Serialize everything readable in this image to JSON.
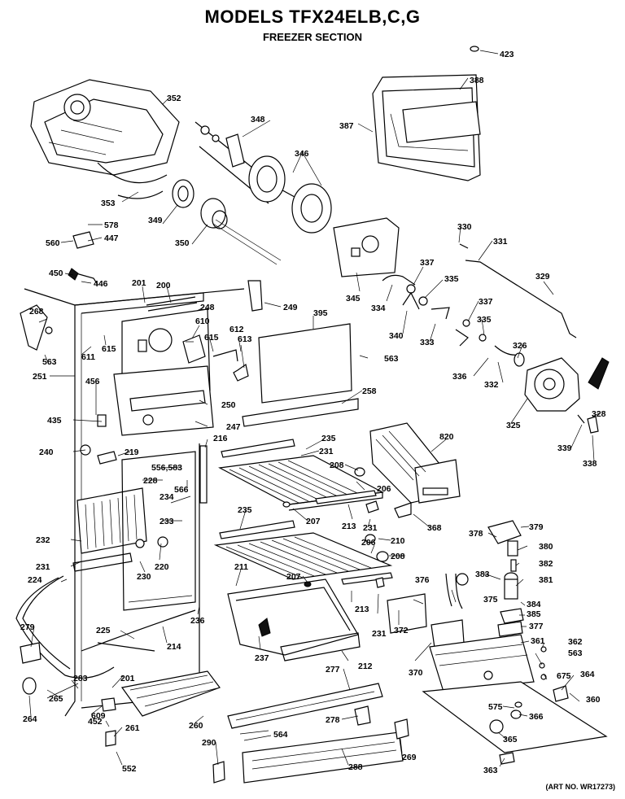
{
  "header": {
    "title": "MODELS TFX24ELB,C,G",
    "subtitle": "FREEZER SECTION"
  },
  "footer": {
    "art_no": "(ART NO. WR17273)"
  },
  "part_numbers": {
    "p423": "423",
    "p352": "352",
    "p388": "388",
    "p387": "387",
    "p348": "348",
    "p346": "346",
    "p353": "353",
    "p349": "349",
    "p350": "350",
    "p578": "578",
    "p447": "447",
    "p560": "560",
    "p450": "450",
    "p446": "446",
    "p201a": "201",
    "p200": "200",
    "p249": "249",
    "p345": "345",
    "p330": "330",
    "p331": "331",
    "p337a": "337",
    "p335a": "335",
    "p329": "329",
    "p334": "334",
    "p340": "340",
    "p333": "333",
    "p337b": "337",
    "p335b": "335",
    "p268": "268",
    "p248": "248",
    "p610": "610",
    "p615a": "615",
    "p615b": "615",
    "p612": "612",
    "p613": "613",
    "p395": "395",
    "p563a": "563",
    "p611": "611",
    "p563b": "563",
    "p251": "251",
    "p326": "326",
    "p336": "336",
    "p332": "332",
    "p456": "456",
    "p250": "250",
    "p258": "258",
    "p325": "325",
    "p328": "328",
    "p435": "435",
    "p247": "247",
    "p820": "820",
    "p339": "339",
    "p338": "338",
    "p240": "240",
    "p219": "219",
    "p216": "216",
    "p235a": "235",
    "p231a": "231",
    "p208a": "208",
    "p556": "556,583",
    "p228": "228",
    "p566": "566",
    "p206a": "206",
    "p234": "234",
    "p233": "233",
    "p207a": "207",
    "p213a": "213",
    "p231b": "231",
    "p368": "368",
    "p379": "379",
    "p235b": "235",
    "p378": "378",
    "p210": "210",
    "p380": "380",
    "p232": "232",
    "p220": "220",
    "p206b": "206",
    "p208b": "208",
    "p382": "382",
    "p231c": "231",
    "p211": "211",
    "p383": "383",
    "p381": "381",
    "p224": "224",
    "p230": "230",
    "p207b": "207",
    "p376": "376",
    "p375": "375",
    "p384": "384",
    "p385": "385",
    "p213b": "213",
    "p236": "236",
    "p231d": "231",
    "p377": "377",
    "p279": "279",
    "p225": "225",
    "p214": "214",
    "p237": "237",
    "p372": "372",
    "p361": "361",
    "p362": "362",
    "p563c": "563",
    "p212": "212",
    "p370": "370",
    "p277": "277",
    "p675": "675",
    "p364": "364",
    "p201b": "201",
    "p283": "283",
    "p265": "265",
    "p360": "360",
    "p264": "264",
    "p609": "609",
    "p575": "575",
    "p366": "366",
    "p452": "452",
    "p260": "260",
    "p278": "278",
    "p261": "261",
    "p564": "564",
    "p365": "365",
    "p290": "290",
    "p269": "269",
    "p552": "552",
    "p288": "288",
    "p363": "363"
  }
}
